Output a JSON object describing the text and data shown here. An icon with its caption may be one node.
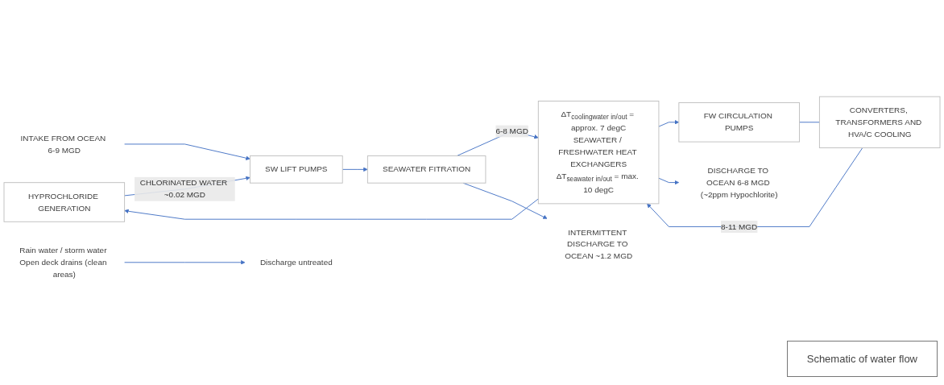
{
  "diagram": {
    "title": "Schematic of water flow",
    "nodes": [
      {
        "text": [
          "HYPROCHLORIDE GENERATION"
        ]
      },
      {
        "text": [
          "SW LIFT PUMPS"
        ]
      },
      {
        "text": [
          "SEAWATER FITRATION"
        ]
      },
      {
        "text": [
          "FW CIRCULATION PUMPS"
        ]
      },
      {
        "text": [
          "CONVERTERS, TRANSFORMERS AND HVA/C COOLING"
        ]
      },
      {
        "text": [
          "ΔT$_{coolingwater in/out}$ = approx. 7 degC",
          "SEAWATER / FRESHWATER HEAT EXCHANGERS",
          "ΔT$_{seawater in/out}$ = max. 10 degC"
        ]
      },
      {
        "text": [
          "INTAKE FROM OCEAN 6-9 MGD"
        ]
      },
      {
        "text": [
          "INTERMITTENT DISCHARGE TO OCEAN ~1.2 MGD"
        ]
      },
      {
        "text": [
          "DISCHARGE TO OCEAN 6-8 MGD (~2ppm Hypochlorite)"
        ]
      },
      {
        "text": [
          "Rain water / storm water Open deck drains (clean areas)"
        ]
      },
      {
        "text": [
          "Discharge untreated"
        ]
      }
    ],
    "edges": [
      {
        "from": 6,
        "to": 1,
        "arrow": "to"
      },
      {
        "from": 0,
        "to": 1,
        "arrow": "to",
        "label": "CHLORINATED WATER ~0.02 MGD"
      },
      {
        "from": 1,
        "to": 2,
        "arrow": "to"
      },
      {
        "from": 2,
        "to": 5,
        "arrow": "to",
        "label": "6-8 MGD"
      },
      {
        "from": 2,
        "to": 7,
        "arrow": "to"
      },
      {
        "from": 5,
        "to": 3,
        "arrow": "to"
      },
      {
        "from": 3,
        "to": 4,
        "arrow": "none"
      },
      {
        "from": 4,
        "to": 5,
        "arrow": "to",
        "label": "8-11 MGD"
      },
      {
        "from": 5,
        "to": 8,
        "arrow": "to"
      },
      {
        "from": 5,
        "to": 0,
        "arrow": "to"
      },
      {
        "from": 9,
        "to": 10,
        "arrow": "to"
      }
    ]
  }
}
